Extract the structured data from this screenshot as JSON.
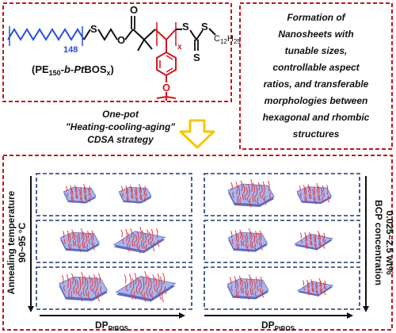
{
  "colors": {
    "frame_red": "#c0161c",
    "panel_navy": "#1f3a6e",
    "pe_blue": "#2a4fd6",
    "ptbos_red": "#d4141c",
    "arrow_yellow": "#f6c700",
    "sheet_face": "#a9b6ee",
    "sheet_edge": "#5c6cc4",
    "chain_red": "#e03a3a"
  },
  "molecule": {
    "pe_repeat_subscript": "148",
    "s_left": "S",
    "o_ester": "O",
    "o_carbonyl": "O",
    "x_subscript": "x",
    "s_trithio_1": "S",
    "s_trithio_2": "S",
    "s_thione": "S",
    "c12_label": "C",
    "c12_subscript": "12",
    "h25_label": "H",
    "h25_subscript": "25",
    "o_ether": "O",
    "polymer_name_prefix": "(PE",
    "polymer_name_pe_sub": "150",
    "polymer_name_mid": "-b-",
    "polymer_name_italic_p": "P",
    "polymer_name_italic_t": "t",
    "polymer_name_bos": "BOS",
    "polymer_name_x_sub": "x",
    "polymer_name_close": ")"
  },
  "result_text": {
    "lines": [
      "Formation of",
      "Nanosheets with",
      "tunable sizes,",
      "controllable aspect",
      "ratios, and transferable",
      "morphologies between",
      "hexagonal and rhombic",
      "structures"
    ]
  },
  "strategy_text": {
    "lines": [
      "One-pot",
      "\"Heating-cooling-aging\"",
      "CDSA strategy"
    ]
  },
  "left_panel": {
    "axis_label_line1": "Annealing temperature",
    "axis_label_line2": "90~95 °C",
    "x_axis_label": "DP",
    "x_axis_sub": "PtBOS"
  },
  "right_panel": {
    "axis_label_line1": "BCP concentration",
    "axis_label_line2": "0.025~2.5 wt%",
    "x_axis_label": "DP",
    "x_axis_sub": "PtBOS"
  }
}
